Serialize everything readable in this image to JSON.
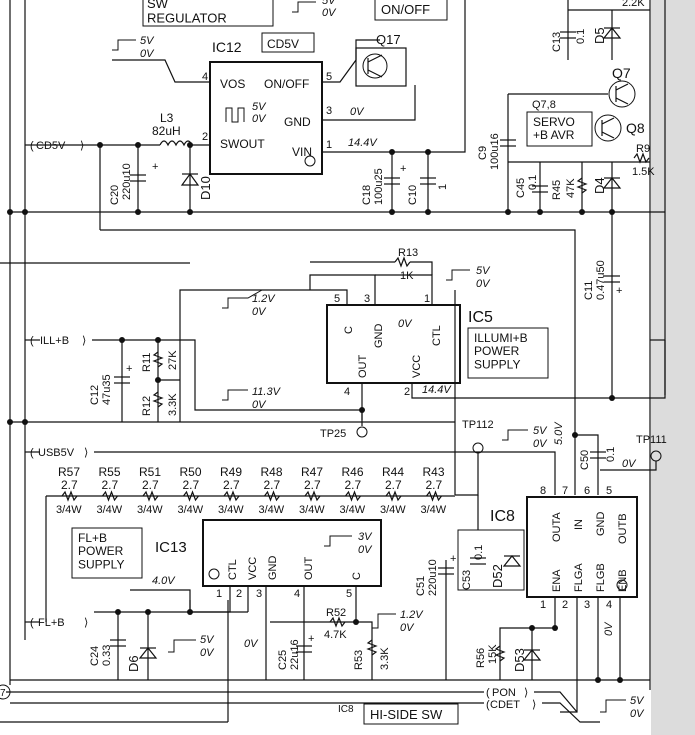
{
  "blocks": {
    "sw_regulator": "SW\nREGULATOR",
    "on_off": "ON/OFF",
    "cd5v_box": "CD5V",
    "servo_avr": "SERVO\n+B AVR",
    "illumi_supply": "ILLUMI+B\nPOWER\nSUPPLY",
    "flb_supply": "FL+B\nPOWER\nSUPPLY",
    "hi_side_sw": "HI-SIDE SW",
    "hi_side_ref": "IC8"
  },
  "ics": {
    "ic12": {
      "name": "IC12",
      "pins": [
        "VOS",
        "ON/OFF",
        "GND",
        "SWOUT",
        "VIN"
      ],
      "pin_numbers": [
        "4",
        "5",
        "3",
        "2",
        "1"
      ]
    },
    "ic5": {
      "name": "IC5",
      "pins": [
        "C",
        "GND",
        "CTL",
        "OUT",
        "VCC"
      ],
      "pin_numbers": [
        "5",
        "3",
        "1",
        "4",
        "2"
      ]
    },
    "ic13": {
      "name": "IC13",
      "pins": [
        "CTL",
        "VCC",
        "GND",
        "OUT",
        "C"
      ],
      "pin_numbers": [
        "1",
        "2",
        "3",
        "4",
        "5"
      ]
    },
    "ic8": {
      "name": "IC8",
      "pins": [
        "OUTA",
        "IN",
        "GND",
        "OUTB",
        "ENA",
        "FLGA",
        "FLGB",
        "ENB"
      ],
      "pin_numbers": [
        "8",
        "7",
        "6",
        "5",
        "1",
        "2",
        "3",
        "4"
      ]
    }
  },
  "connectors": {
    "cd5v": "CD5V",
    "ill_b": "ILL+B",
    "usb5v": "USB5V",
    "fl_b": "FL+B",
    "pon": "PON",
    "cdet": "CDET",
    "seven": "7"
  },
  "components": {
    "L3": {
      "ref": "L3",
      "value": "82uH"
    },
    "Q17": {
      "ref": "Q17"
    },
    "Q7": {
      "ref": "Q7"
    },
    "Q8": {
      "ref": "Q8"
    },
    "Q78": {
      "ref": "Q7,8"
    },
    "C13": {
      "ref": "C13",
      "value": "0.1"
    },
    "D5": {
      "ref": "D5"
    },
    "R_top": {
      "value": "2.2K"
    },
    "C9": {
      "ref": "C9",
      "value": "100u16"
    },
    "R9": {
      "ref": "R9",
      "value": "1.5K"
    },
    "C45": {
      "ref": "C45",
      "value": "0.1"
    },
    "R45": {
      "ref": "R45",
      "value": "47K"
    },
    "D4": {
      "ref": "D4"
    },
    "C20": {
      "ref": "C20",
      "value": "220u10"
    },
    "D10": {
      "ref": "D10"
    },
    "C18": {
      "ref": "C18",
      "value": "100u25"
    },
    "C10": {
      "ref": "C10",
      "value": "1"
    },
    "R13": {
      "ref": "R13",
      "value": "1K"
    },
    "C11": {
      "ref": "C11",
      "value": "0.47u50"
    },
    "C12": {
      "ref": "C12",
      "value": "47u35"
    },
    "R11": {
      "ref": "R11",
      "value": "27K"
    },
    "R12": {
      "ref": "R12",
      "value": "3.3K"
    },
    "TP25": "TP25",
    "TP112": "TP112",
    "TP111": "TP111",
    "C50": {
      "ref": "C50",
      "value": "0.1"
    },
    "C51": {
      "ref": "C51",
      "value": "220u10"
    },
    "C53": {
      "ref": "C53",
      "value": "0.1"
    },
    "D52": {
      "ref": "D52"
    },
    "C24": {
      "ref": "C24",
      "value": "0.33"
    },
    "D6": {
      "ref": "D6"
    },
    "C25": {
      "ref": "C25",
      "value": "22u16"
    },
    "R52": {
      "ref": "R52",
      "value": "4.7K"
    },
    "R53": {
      "ref": "R53",
      "value": "3.3K"
    },
    "R56": {
      "ref": "R56",
      "value": "15K"
    },
    "D53": {
      "ref": "D53"
    }
  },
  "resistor_row": [
    {
      "ref": "R57",
      "value": "2.7"
    },
    {
      "ref": "R55",
      "value": "2.7"
    },
    {
      "ref": "R51",
      "value": "2.7"
    },
    {
      "ref": "R50",
      "value": "2.7"
    },
    {
      "ref": "R49",
      "value": "2.7"
    },
    {
      "ref": "R48",
      "value": "2.7"
    },
    {
      "ref": "R47",
      "value": "2.7"
    },
    {
      "ref": "R46",
      "value": "2.7"
    },
    {
      "ref": "R44",
      "value": "2.7"
    },
    {
      "ref": "R43",
      "value": "2.7"
    }
  ],
  "resistor_rating": "3/4W",
  "voltages": {
    "ic12_vos_a": "5V",
    "ic12_vos_b": "0V",
    "top_a": "5V",
    "top_b": "0V",
    "swout_a": "5V",
    "swout_b": "0V",
    "gnd_0v": "0V",
    "vin": "14.4V",
    "ic5_c_a": "1.2V",
    "ic5_c_b": "0V",
    "ic5_gnd": "0V",
    "ic5_ctl_a": "5V",
    "ic5_ctl_b": "0V",
    "ic5_out_a": "11.3V",
    "ic5_out_b": "0V",
    "ic5_vcc": "14.4V",
    "ic8_a": "5V",
    "ic8_b": "0V",
    "ic8_in": "5.0V",
    "ic8_gnd": "0V",
    "ic8_enb": "0V",
    "ic13_out_a": "3V",
    "ic13_out_b": "0V",
    "ic13_ctl": "4.0V",
    "ic13_gnd_a": "5V",
    "ic13_gnd_b": "0V",
    "ic13_gnd_c": "0V",
    "r52_a": "1.2V",
    "r52_b": "0V",
    "pon_a": "5V",
    "pon_b": "0V"
  }
}
